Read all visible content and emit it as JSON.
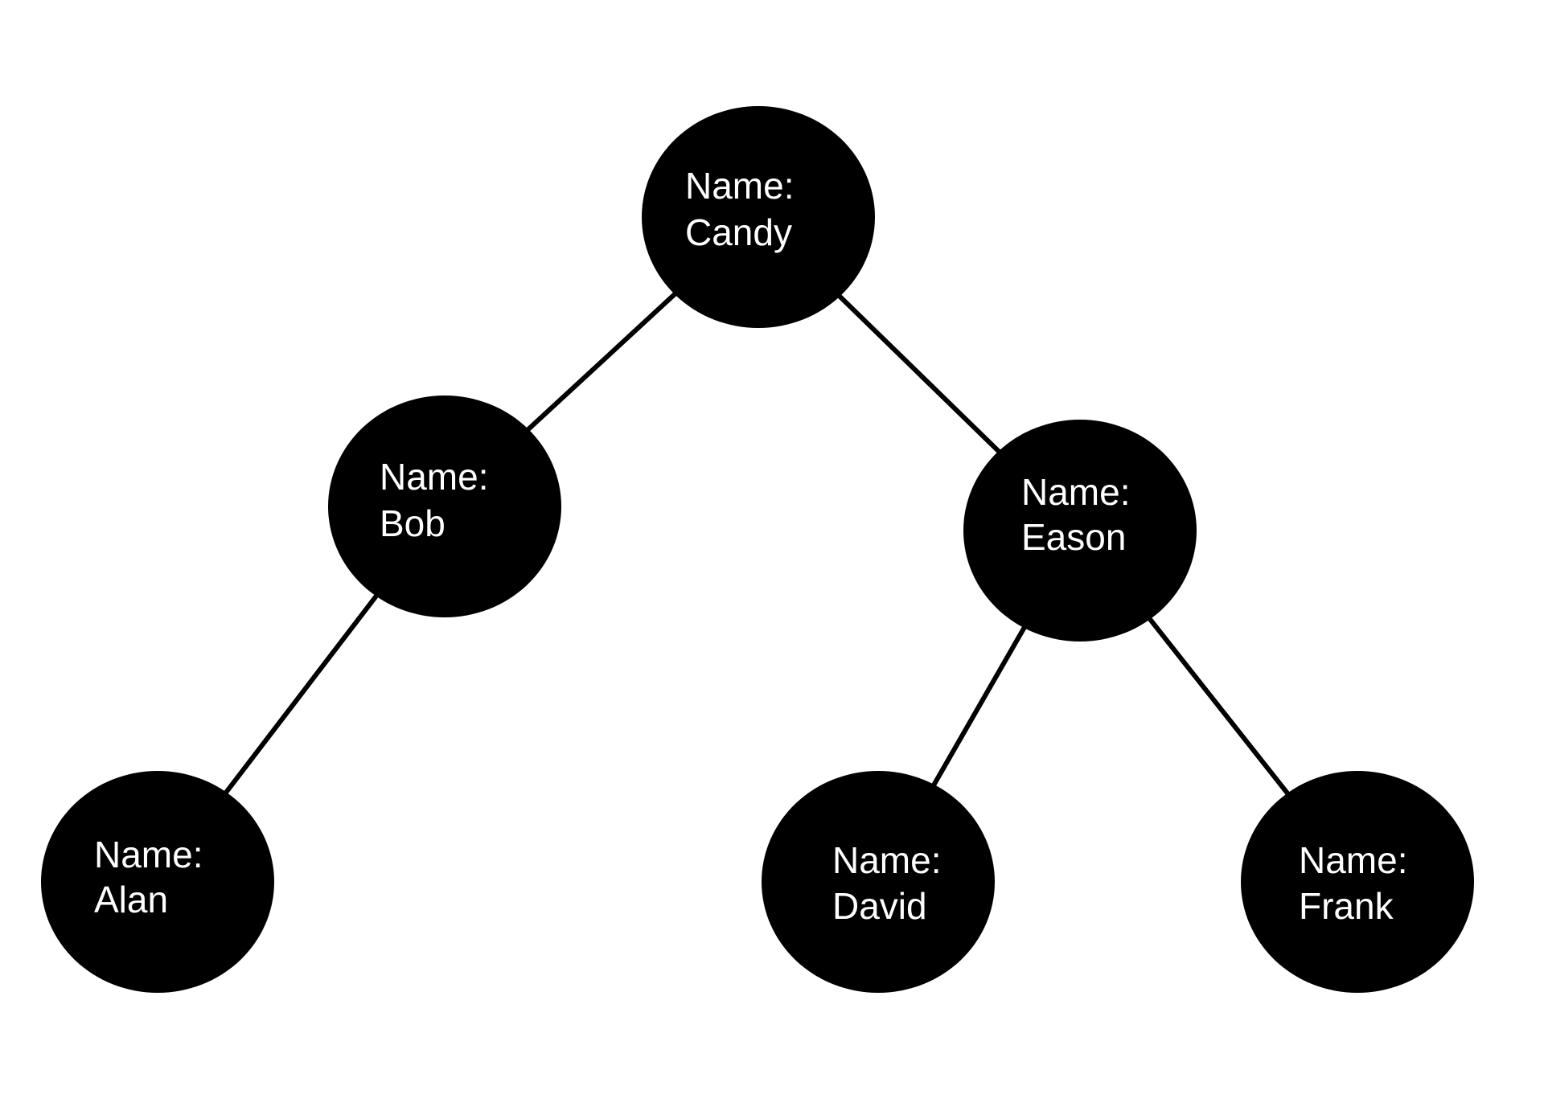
{
  "tree": {
    "nodes": [
      {
        "id": "candy",
        "prefix": "Name:",
        "name": "Candy"
      },
      {
        "id": "bob",
        "prefix": "Name:",
        "name": "Bob"
      },
      {
        "id": "eason",
        "prefix": "Name:",
        "name": "Eason"
      },
      {
        "id": "alan",
        "prefix": "Name:",
        "name": "Alan"
      },
      {
        "id": "david",
        "prefix": "Name:",
        "name": "David"
      },
      {
        "id": "frank",
        "prefix": "Name:",
        "name": "Frank"
      }
    ],
    "edges": [
      {
        "from": "candy",
        "to": "bob"
      },
      {
        "from": "candy",
        "to": "eason"
      },
      {
        "from": "bob",
        "to": "alan"
      },
      {
        "from": "eason",
        "to": "david"
      },
      {
        "from": "eason",
        "to": "frank"
      }
    ],
    "colors": {
      "node_fill": "#000000",
      "node_text": "#ffffff",
      "edge": "#000000",
      "background": "#ffffff"
    }
  }
}
